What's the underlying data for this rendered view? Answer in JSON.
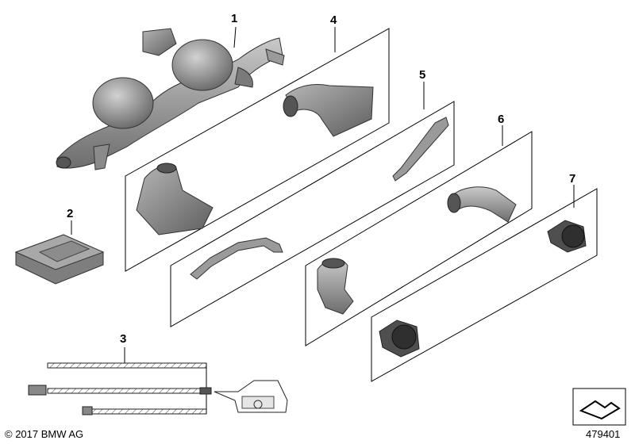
{
  "callouts": {
    "p1": "1",
    "p2": "2",
    "p3": "3",
    "p4": "4",
    "p5": "5",
    "p6": "6",
    "p7": "7"
  },
  "footer": {
    "copyright": "© 2017 BMW AG",
    "document_number": "479401"
  },
  "colors": {
    "part_fill": "#8e8e8e",
    "part_dark": "#5a5a5a",
    "part_light": "#c8c8c8",
    "line": "#000000"
  }
}
